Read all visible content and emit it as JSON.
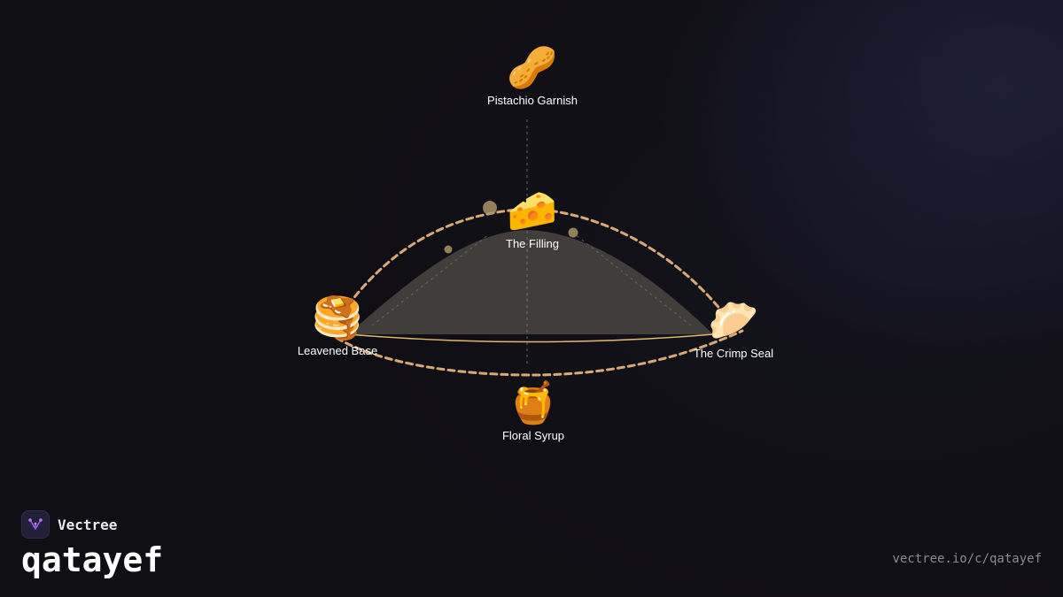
{
  "diagram": {
    "nodes": [
      {
        "key": "garnish",
        "icon": "🥜",
        "icon_name": "peanut-icon",
        "label": "Pistachio Garnish"
      },
      {
        "key": "filling",
        "icon": "🧀",
        "icon_name": "cheese-icon",
        "label": "The Filling"
      },
      {
        "key": "base",
        "icon": "🥞",
        "icon_name": "pancakes-icon",
        "label": "Leavened Base"
      },
      {
        "key": "seal",
        "icon": "🥟",
        "icon_name": "dumpling-icon",
        "label": "The Crimp Seal"
      },
      {
        "key": "syrup",
        "icon": "🍯",
        "icon_name": "honey-pot-icon",
        "label": "Floral Syrup"
      }
    ],
    "colors": {
      "outline": "#d9a874",
      "fill": "#47433f",
      "seam": "#e2b86e",
      "guide": "#8a8a8a",
      "accent_dot": "#a89466"
    }
  },
  "footer": {
    "brand_name": "Vectree",
    "title": "qatayef",
    "url": "vectree.io/c/qatayef"
  }
}
